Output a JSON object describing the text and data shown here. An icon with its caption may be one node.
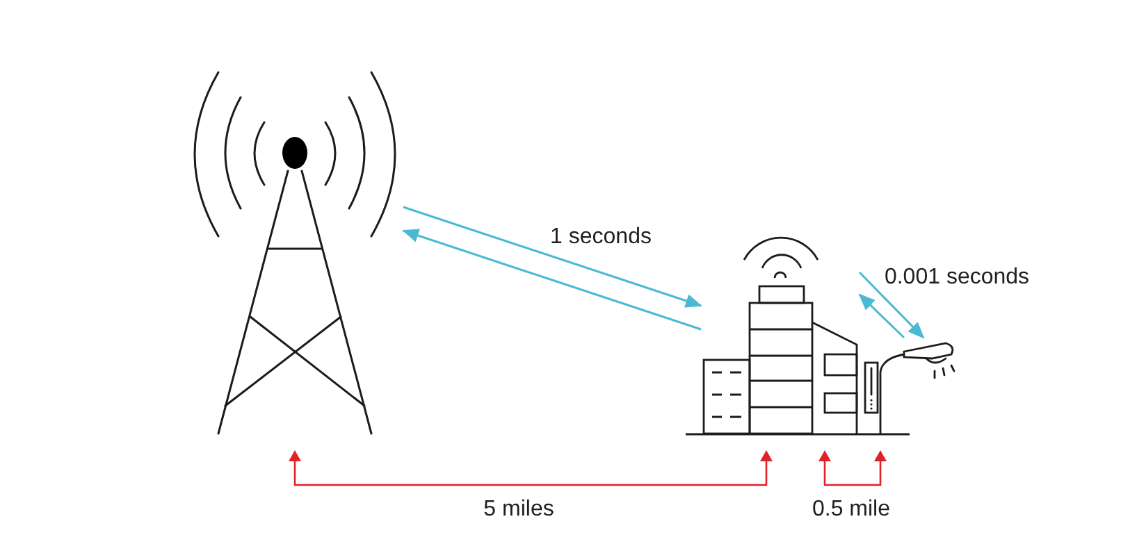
{
  "diagram": {
    "nodes": [
      {
        "text": [],
        "shape": "picture"
      },
      {
        "text": [],
        "shape": "picture"
      },
      {
        "text": [],
        "shape": "picture"
      }
    ],
    "edges": [
      {
        "from": 0,
        "to": 1,
        "arrow": "to",
        "label": "1 seconds"
      },
      {
        "from": 1,
        "to": 0,
        "arrow": "to"
      },
      {
        "from": 1,
        "to": 2,
        "arrow": "to",
        "label": "0.001 seconds"
      },
      {
        "from": 2,
        "to": 1,
        "arrow": "to"
      }
    ],
    "labels": [
      "5 miles",
      "0.5 mile"
    ]
  }
}
